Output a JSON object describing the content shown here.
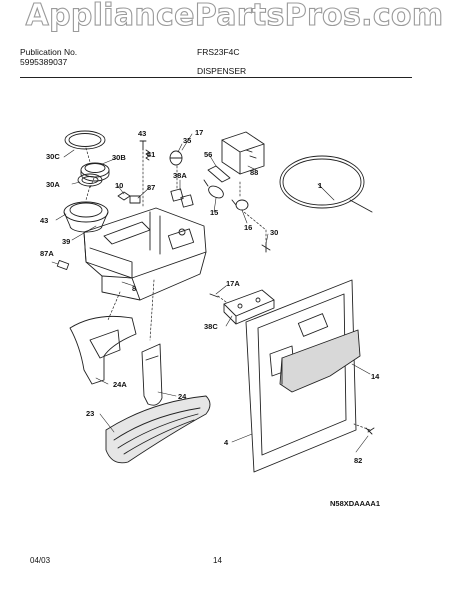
{
  "watermark": "AppliancePartsPros.com",
  "header": {
    "publication_label": "Publication No.",
    "publication_number": "5995389037",
    "model": "FRS23F4C",
    "section_title": "DISPENSER"
  },
  "diagram": {
    "callouts": [
      "43",
      "17",
      "35",
      "56",
      "30C",
      "30B",
      "41",
      "88",
      "1",
      "38A",
      "30A",
      "10",
      "87",
      "15",
      "16",
      "30",
      "43",
      "39",
      "87A",
      "8",
      "17A",
      "38C",
      "14",
      "24A",
      "24",
      "23",
      "4",
      "82"
    ],
    "code": "N58XDAAAA1"
  },
  "footer": {
    "date": "04/03",
    "page": "14"
  }
}
